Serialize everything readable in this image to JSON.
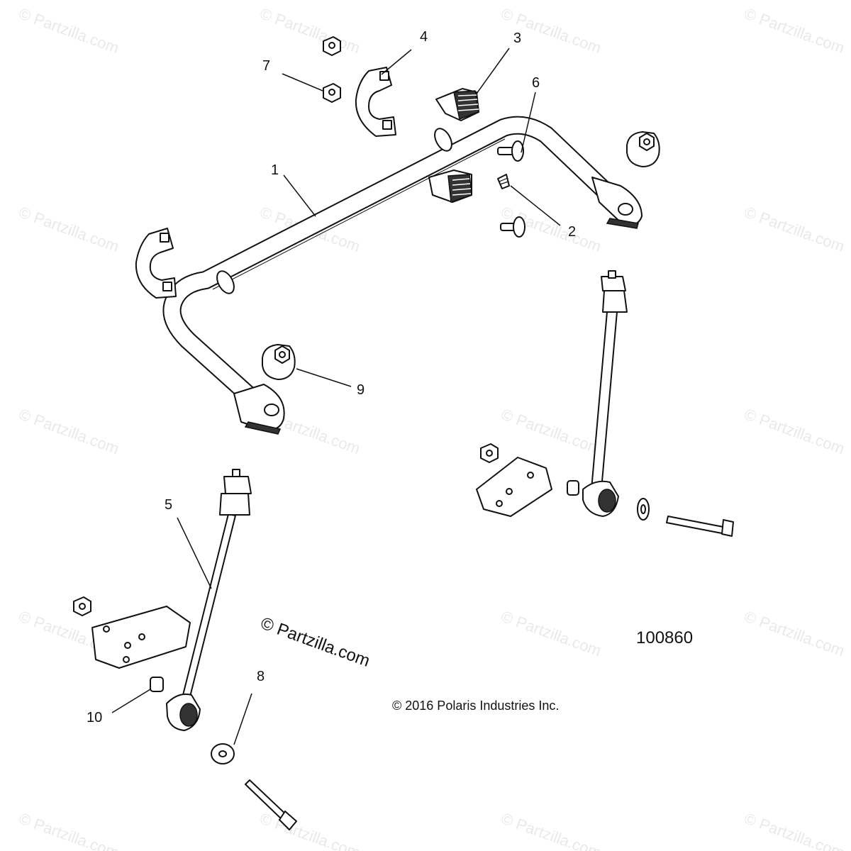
{
  "watermark": "© Partzilla.com",
  "center_watermark": "© Partzilla.com",
  "figure_number": "100860",
  "copyright": "© 2016 Polaris Industries Inc.",
  "callouts": [
    "1",
    "2",
    "3",
    "4",
    "5",
    "6",
    "7",
    "8",
    "9",
    "10"
  ]
}
